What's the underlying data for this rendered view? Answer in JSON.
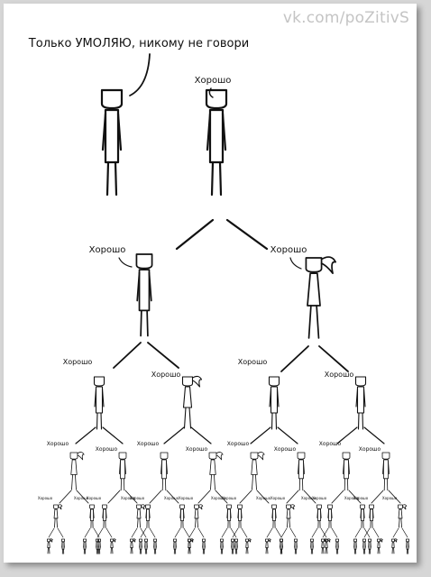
{
  "watermark": "vk.com/poZitivS",
  "comic": {
    "speech_first": "Только УМОЛЯЮ, никому не говори",
    "reply": "Хорошо"
  }
}
